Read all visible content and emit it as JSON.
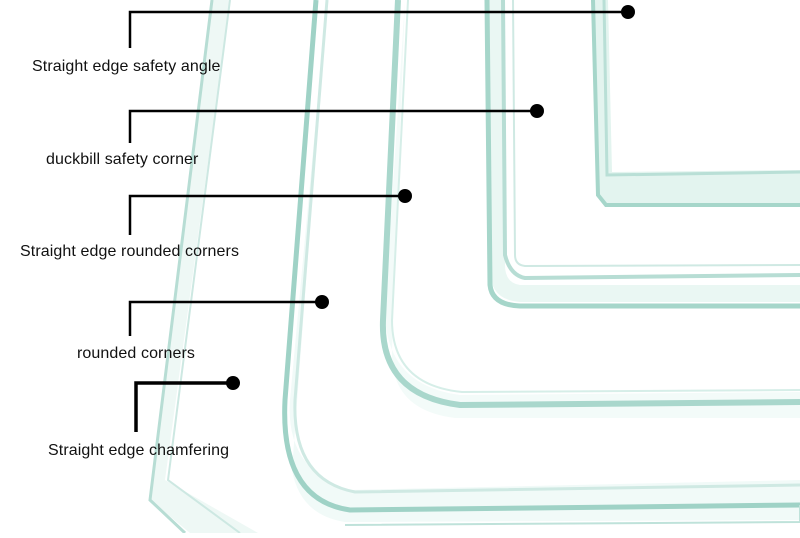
{
  "labels": [
    "Straight edge safety angle",
    "duckbill safety corner",
    "Straight edge rounded corners",
    "rounded corners",
    "Straight edge chamfering"
  ],
  "colors": {
    "glass_edge": "#b9dfd6",
    "glass_edge_dark": "#8fc9bd",
    "glass_face": "#f4fbf9",
    "leader_line": "#000000",
    "label_text": "#111111"
  }
}
